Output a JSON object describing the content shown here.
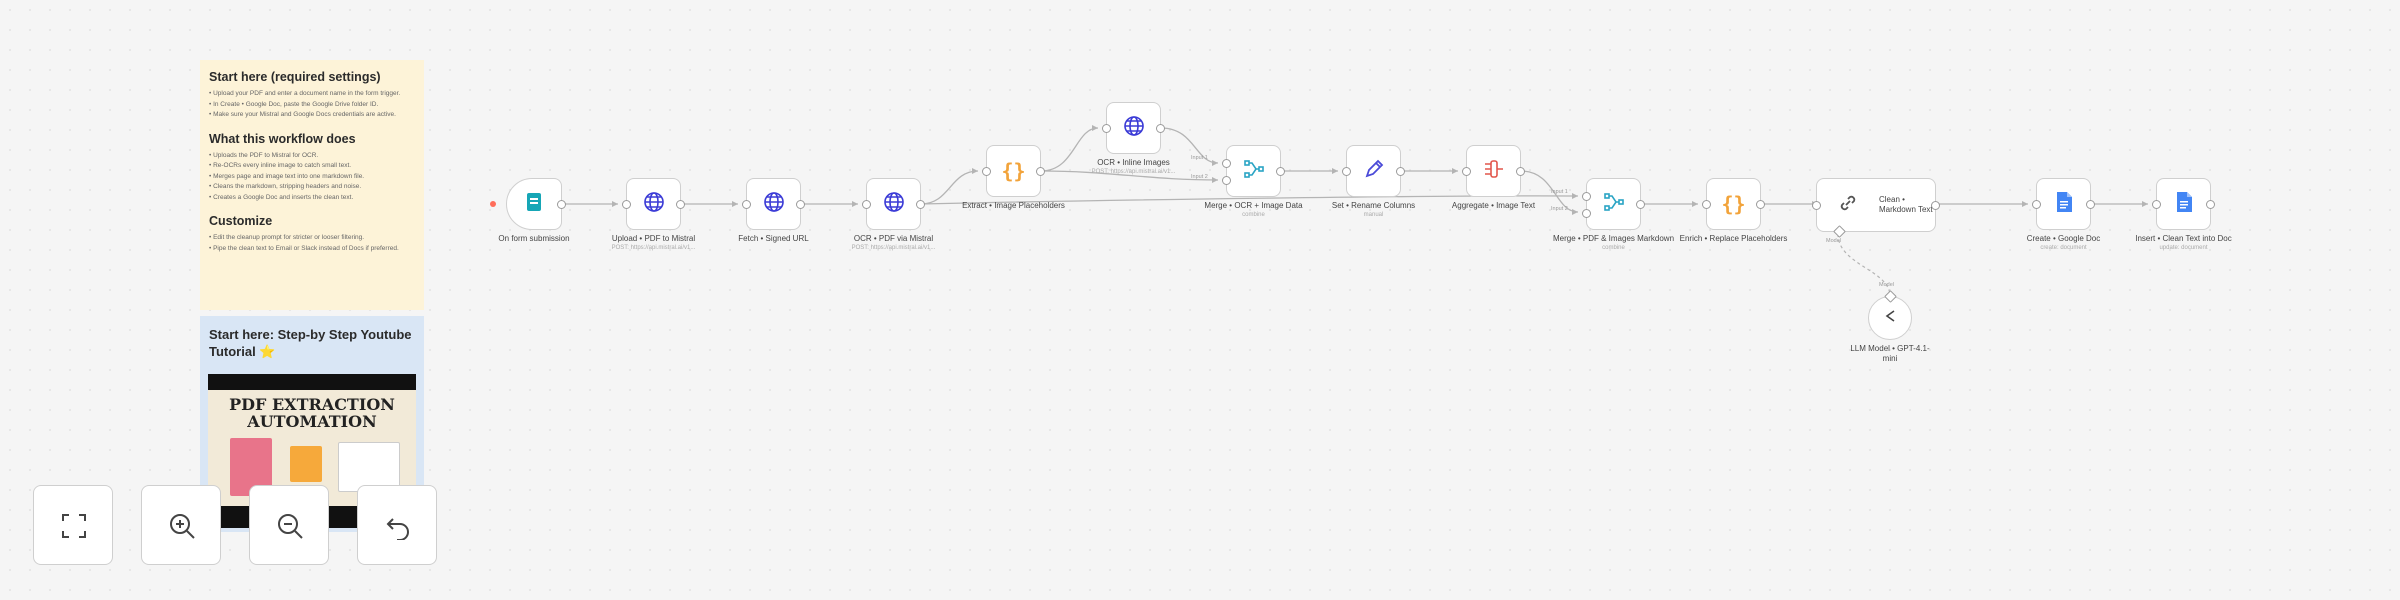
{
  "sticky_settings": {
    "sections": [
      {
        "title": "Start here (required settings)",
        "lines": [
          "• Upload your PDF and enter a document name in the form trigger.",
          "• In Create • Google Doc, paste the Google Drive folder ID.",
          "• Make sure your Mistral and Google Docs credentials are active."
        ]
      },
      {
        "title": "What this workflow does",
        "lines": [
          "• Uploads the PDF to Mistral for OCR.",
          "• Re-OCRs every inline image to catch small text.",
          "• Merges page and image text into one markdown file.",
          "• Cleans the markdown, stripping headers and noise.",
          "• Creates a Google Doc and inserts the clean text."
        ]
      },
      {
        "title": "Customize",
        "lines": [
          "• Edit the cleanup prompt for stricter or looser filtering.",
          "• Pipe the clean text to Email or Slack instead of Docs if preferred."
        ]
      }
    ]
  },
  "sticky_video": {
    "title": "Start here: Step-by Step Youtube Tutorial ⭐",
    "thumbnail_title": "PDF EXTRACTION\nAUTOMATION"
  },
  "nodes": {
    "form_trigger": {
      "title": "On form submission",
      "icon": "form-icon"
    },
    "upload": {
      "title": "Upload • PDF to Mistral",
      "sub": "POST: https://api.mistral.ai/v1...",
      "icon": "globe-icon"
    },
    "fetch": {
      "title": "Fetch • Signed URL",
      "sub": "",
      "icon": "globe-icon"
    },
    "ocr_pdf": {
      "title": "OCR • PDF via Mistral",
      "sub": "POST: https://api.mistral.ai/v1...",
      "icon": "globe-icon"
    },
    "extract": {
      "title": "Extract • Image Placeholders",
      "icon": "braces-icon"
    },
    "ocr_images": {
      "title": "OCR • Inline Images",
      "sub": "POST: https://api.mistral.ai/v1...",
      "icon": "globe-icon"
    },
    "merge_ocr": {
      "title": "Merge • OCR + Image Data",
      "sub": "combine",
      "icon": "merge-icon"
    },
    "set_rename": {
      "title": "Set • Rename Columns",
      "sub": "manual",
      "icon": "pencil-icon"
    },
    "aggregate": {
      "title": "Aggregate • Image Text",
      "icon": "aggregate-icon"
    },
    "merge_pdf": {
      "title": "Merge • PDF & Images Markdown",
      "sub": "combine",
      "icon": "merge-icon"
    },
    "enrich": {
      "title": "Enrich • Replace Placeholders",
      "icon": "braces-icon"
    },
    "clean": {
      "title": "Clean • Markdown Text",
      "icon": "link-icon"
    },
    "create_doc": {
      "title": "Create • Google Doc",
      "sub": "create: document",
      "icon": "doc-icon"
    },
    "insert_doc": {
      "title": "Insert • Clean Text into Doc",
      "sub": "update: document",
      "icon": "doc-icon"
    },
    "llm": {
      "title": "LLM Model • GPT-4.1-mini",
      "icon": "openai-icon"
    }
  },
  "edge_labels": {
    "input1": "Input 1",
    "input2": "Input 2",
    "model": "Model",
    "chat_model": "Model"
  },
  "controls": [
    "fit-view-button",
    "zoom-in-button",
    "zoom-out-button",
    "reset-zoom-button"
  ],
  "colors": {
    "accent": "#ff6d5a",
    "note_yellow": "#fdf3d8",
    "note_blue": "#d9e6f5",
    "globe": "#3b3bd6",
    "code": "#f2a33a",
    "merge": "#2aa4c4"
  }
}
